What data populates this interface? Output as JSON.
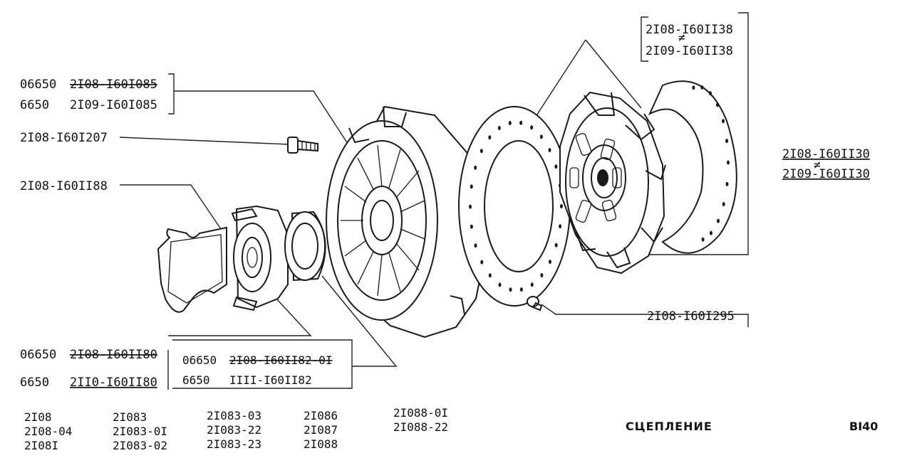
{
  "callouts": {
    "bolt_ref": "2I08-I60I207",
    "pressure_plate": {
      "qty_a": "06650",
      "code_a": "2I08-I60I085",
      "qty_b": "6650",
      "code_b": "2I09-I60I085"
    },
    "spring_clip": "2I08-I60II88",
    "release_bearing": {
      "qty_a": "06650",
      "code_a": "2I08-I60II80",
      "qty_b": "6650",
      "code_b": "2II0-I60II80"
    },
    "bearing_sleeve": {
      "qty_a": "06650",
      "code_a": "2I08-I60II82-0I",
      "qty_b": "6650",
      "code_b": "IIII-I60II82"
    },
    "friction_lining": {
      "code_a": "2I08-I60II38",
      "code_b": "2I09-I60II38"
    },
    "driven_disc": {
      "code_a": "2I08-I60II30",
      "code_b": "2I09-I60II30"
    },
    "rivet": "2I08-I60I295",
    "neq_mark": "≠"
  },
  "footer": {
    "models": [
      [
        "2I08",
        "2I08-04",
        "2I08I"
      ],
      [
        "2I083",
        "2I083-0I",
        "2I083-02"
      ],
      [
        "2I083-03",
        "2I083-22",
        "2I083-23"
      ],
      [
        "2I086",
        "2I087",
        "2I088"
      ],
      [
        "2I088-0I",
        "2I088-22"
      ]
    ],
    "title": "СЦЕПЛЕНИЕ",
    "sheet": "BI40"
  }
}
